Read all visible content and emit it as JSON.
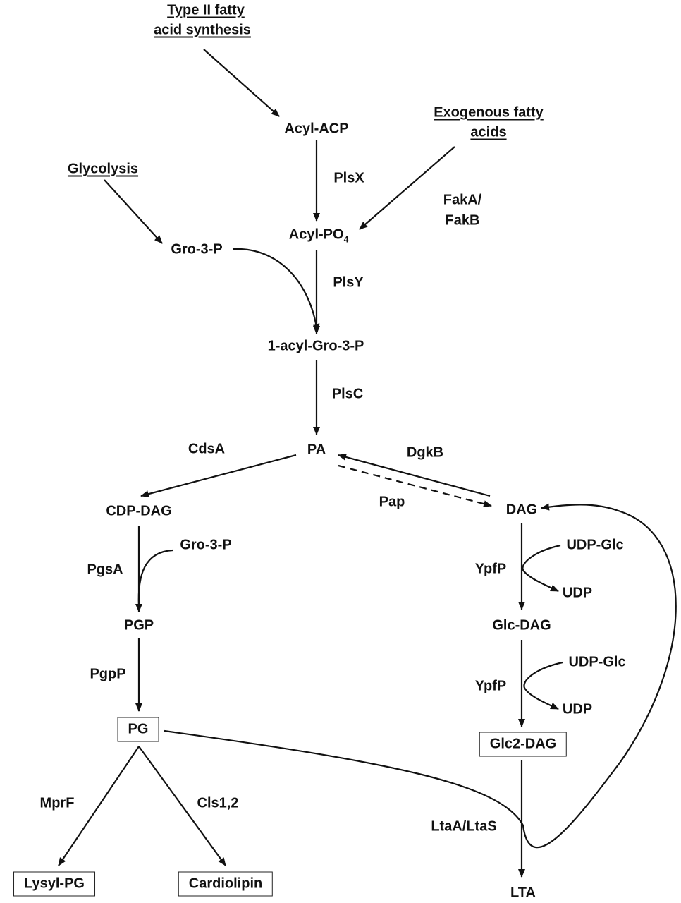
{
  "sources": {
    "type2_line1": "Type II fatty",
    "type2_line2": "acid synthesis",
    "exo_line1": "Exogenous fatty",
    "exo_line2": "acids",
    "glycolysis": "Glycolysis"
  },
  "metabolites": {
    "acyl_acp": "Acyl-ACP",
    "acyl_po4_base": "Acyl-PO",
    "acyl_po4_sub": "4",
    "gro3p_top": "Gro-3-P",
    "acyl_gro3p": "1-acyl-Gro-3-P",
    "pa": "PA",
    "cdp_dag": "CDP-DAG",
    "gro3p_mid": "Gro-3-P",
    "pgp": "PGP",
    "pg": "PG",
    "lysyl_pg": "Lysyl-PG",
    "cardiolipin": "Cardiolipin",
    "dag": "DAG",
    "udp_glc_1": "UDP-Glc",
    "udp_1": "UDP",
    "glc_dag": "Glc-DAG",
    "udp_glc_2": "UDP-Glc",
    "udp_2": "UDP",
    "glc2_dag": "Glc2-DAG",
    "lta": "LTA"
  },
  "enzymes": {
    "plsx": "PlsX",
    "fak_line1": "FakA/",
    "fak_line2": "FakB",
    "plsy": "PlsY",
    "plsc": "PlsC",
    "cdsa": "CdsA",
    "dgkb": "DgkB",
    "pap": "Pap",
    "pgsa": "PgsA",
    "pgpp": "PgpP",
    "mprf": "MprF",
    "cls": "Cls1,2",
    "ypfp_1": "YpfP",
    "ypfp_2": "YpfP",
    "ltaa_ltas": "LtaA/LtaS"
  },
  "colors": {
    "ink": "#111111",
    "background": "#ffffff"
  }
}
